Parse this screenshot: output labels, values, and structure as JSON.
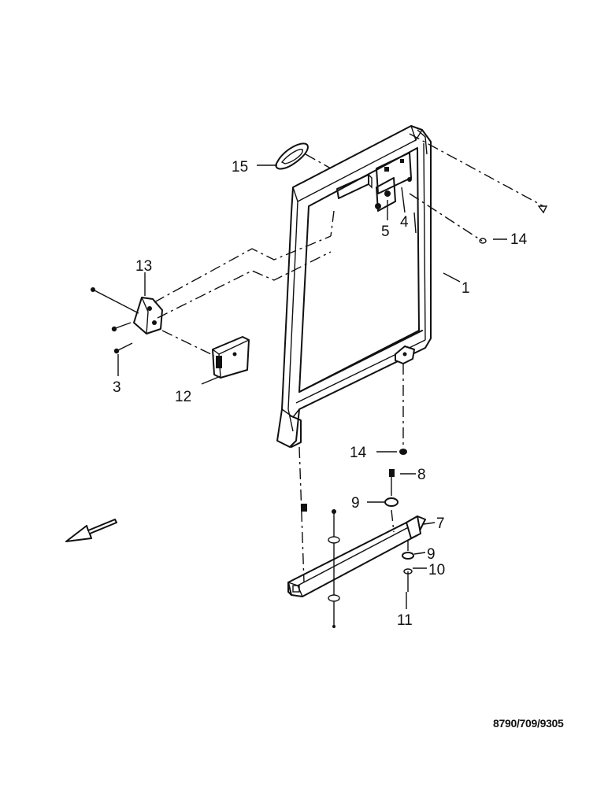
{
  "diagram": {
    "labels": {
      "p1": "1",
      "p3": "3",
      "p4": "4",
      "p5": "5",
      "p7": "7",
      "p8": "8",
      "p9a": "9",
      "p9b": "9",
      "p10": "10",
      "p11": "11",
      "p12": "12",
      "p13": "13",
      "p14a": "14",
      "p14b": "14",
      "p15": "15"
    },
    "reference_code": "8790/709/9305"
  }
}
